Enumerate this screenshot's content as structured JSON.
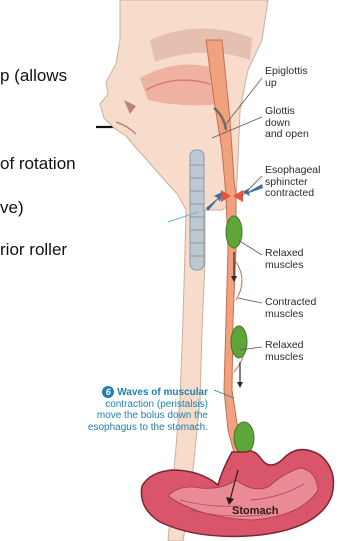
{
  "cropped_text": {
    "line1": "p (allows",
    "line2": "of rotation",
    "line3": "ve)",
    "line4": "rior roller"
  },
  "labels": {
    "epiglottis": [
      "Epiglottis",
      "up"
    ],
    "glottis": [
      "Glottis",
      "down",
      "and open"
    ],
    "sphincter": [
      "Esophageal",
      "sphincter",
      "contracted"
    ],
    "relaxed_1": [
      "Relaxed",
      "muscles"
    ],
    "contracted": [
      "Contracted",
      "muscles"
    ],
    "relaxed_2": [
      "Relaxed",
      "muscles"
    ],
    "stomach": "Stomach"
  },
  "step": {
    "number": "6",
    "lines": [
      "Waves of muscular",
      "contraction (peristalsis)",
      "move the bolus down the",
      "esophagus to the stomach."
    ]
  },
  "colors": {
    "skin": "#f1c9b0",
    "tissue": "#e7a089",
    "bolus": "#5ea63a",
    "arrow_blue": "#3d6fa0",
    "step_text": "#1f7fb0",
    "stomach": "#c94d60",
    "sphincter": "#e4553b"
  }
}
